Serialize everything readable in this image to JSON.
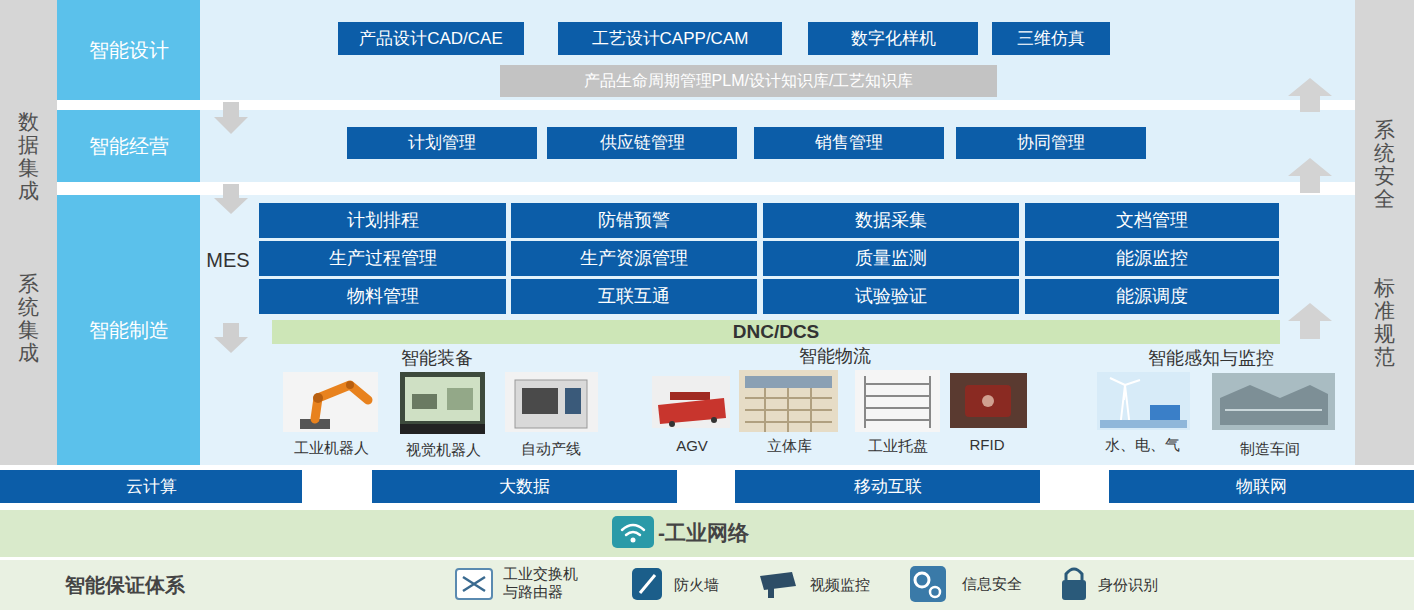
{
  "diagram": {
    "nodes": [
      {
        "text": [
          "数据集成",
          "系统集成"
        ]
      },
      {
        "text": [
          "系统安全",
          "标准规范"
        ]
      },
      {
        "text": [
          "智能设计"
        ]
      },
      {
        "text": [
          "产品设计CAD/CAE"
        ]
      },
      {
        "text": [
          "工艺设计CAPP/CAM"
        ]
      },
      {
        "text": [
          "数字化样机"
        ]
      },
      {
        "text": [
          "三维仿真"
        ]
      },
      {
        "text": [
          "产品生命周期管理PLM/设计知识库/工艺知识库"
        ]
      },
      {
        "text": [
          "智能经营"
        ]
      },
      {
        "text": [
          "计划管理"
        ]
      },
      {
        "text": [
          "供应链管理"
        ]
      },
      {
        "text": [
          "销售管理"
        ]
      },
      {
        "text": [
          "协同管理"
        ]
      },
      {
        "text": [
          "智能制造"
        ]
      },
      {
        "text": [
          "计划排程"
        ]
      },
      {
        "text": [
          "防错预警"
        ]
      },
      {
        "text": [
          "数据采集"
        ]
      },
      {
        "text": [
          "文档管理"
        ]
      },
      {
        "text": [
          "生产过程管理"
        ]
      },
      {
        "text": [
          "生产资源管理"
        ]
      },
      {
        "text": [
          "质量监测"
        ]
      },
      {
        "text": [
          "能源监控"
        ]
      },
      {
        "text": [
          "物料管理"
        ]
      },
      {
        "text": [
          "互联互通"
        ]
      },
      {
        "text": [
          "试验验证"
        ]
      },
      {
        "text": [
          "能源调度"
        ]
      },
      {
        "text": [
          "DNC/DCS"
        ]
      },
      {
        "text": [
          "云计算"
        ]
      },
      {
        "text": [
          "大数据"
        ]
      },
      {
        "text": [
          "移动互联"
        ]
      },
      {
        "text": [
          "物联网"
        ]
      },
      {
        "text": [
          "-工业网络"
        ]
      },
      {
        "text": [
          "智能保证体系"
        ]
      }
    ],
    "labels": [
      "MES",
      "智能装备",
      "智能物流",
      "智能感知与监控",
      "工业机器人",
      "视觉机器人",
      "自动产线",
      "AGV",
      "立体库",
      "工业托盘",
      "RFID",
      "水、电、气",
      "制造车间",
      "工业交换机与路由器",
      "防火墙",
      "视频监控",
      "信息安全",
      "身份识别"
    ]
  }
}
